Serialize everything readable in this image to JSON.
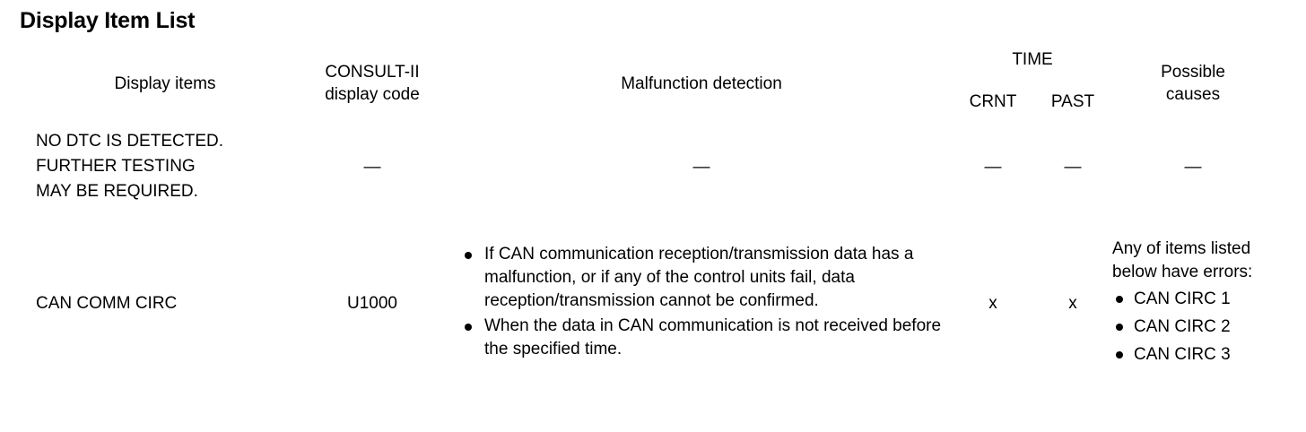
{
  "page": {
    "title": "Display Item List"
  },
  "table": {
    "headers": {
      "display_items": "Display items",
      "consult_code_line1": "CONSULT-II",
      "consult_code_line2": "display code",
      "malfunction_detection": "Malfunction detection",
      "time": "TIME",
      "time_crnt": "CRNT",
      "time_past": "PAST",
      "possible_causes_line1": "Possible",
      "possible_causes_line2": "causes"
    },
    "rows": [
      {
        "display_item_lines": [
          "NO DTC IS DETECTED.",
          "FURTHER TESTING",
          "MAY BE REQUIRED."
        ],
        "consult_code": "—",
        "detection_bullets": [],
        "detection_dash": "—",
        "crnt": "—",
        "past": "—",
        "causes_lead": "",
        "causes_dash": "—",
        "causes_bullets": []
      },
      {
        "display_item_lines": [
          "CAN COMM CIRC"
        ],
        "consult_code": "U1000",
        "detection_bullets": [
          "If CAN communication reception/transmission data has a malfunction, or if any of the control units fail, data reception/transmission cannot be confirmed.",
          "When the data in CAN communication is not received before the specified time."
        ],
        "detection_dash": "",
        "crnt": "x",
        "past": "x",
        "causes_lead": "Any of items listed below have errors:",
        "causes_dash": "",
        "causes_bullets": [
          "CAN CIRC 1",
          "CAN CIRC 2",
          "CAN CIRC 3"
        ]
      }
    ]
  }
}
